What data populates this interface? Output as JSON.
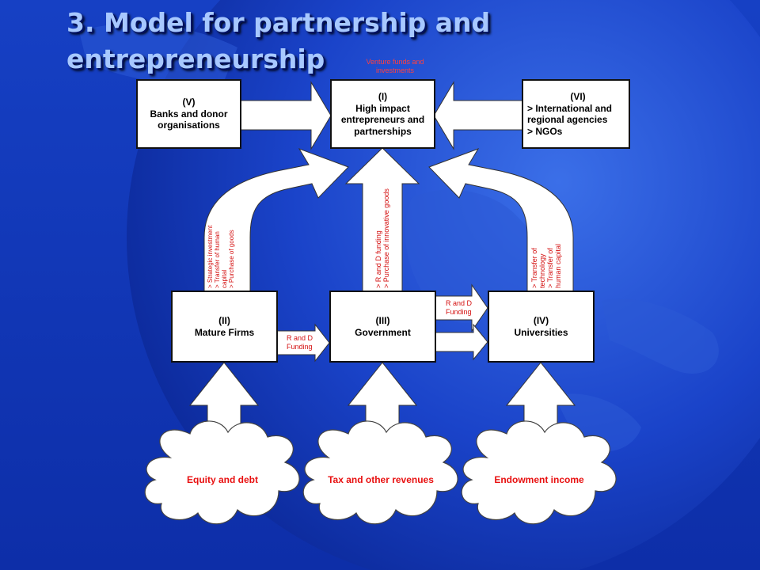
{
  "slide": {
    "title": "3. Model for partnership and entrepreneurship"
  },
  "nodes": {
    "v": {
      "id": "(V)",
      "lines": [
        "Banks and donor",
        "organisations"
      ]
    },
    "i": {
      "id": "(I)",
      "lines": [
        "High impact",
        "entrepreneurs and",
        "partnerships"
      ]
    },
    "vi": {
      "id": "(VI)",
      "lines": [
        "> International and",
        "regional agencies",
        "> NGOs"
      ]
    },
    "ii": {
      "id": "(II)",
      "lines": [
        "Mature Firms"
      ]
    },
    "iii": {
      "id": "(III)",
      "lines": [
        "Government"
      ]
    },
    "iv": {
      "id": "(IV)",
      "lines": [
        "Universities"
      ]
    }
  },
  "sources": {
    "equity": "Equity and debt",
    "tax": "Tax and other revenues",
    "endowment": "Endowment income"
  },
  "flow_labels": {
    "venture": [
      "Venture funds and",
      "investments"
    ],
    "firms_up": [
      "> Strategic investment",
      "> Transfer of human",
      "capital",
      "> Purchase of goods"
    ],
    "gov_up": [
      "> R and D funding",
      "> Purchase of innovative goods"
    ],
    "univ_up": [
      "> Transfer of",
      "technology",
      "> Transfer of",
      "human capital"
    ],
    "gov_to_univ": [
      "R and D",
      "Funding"
    ],
    "firms_to_gov": [
      "R and D",
      "Funding"
    ]
  },
  "colors": {
    "background": "#0a2fb0",
    "title": "#a7c8ff",
    "accent_red": "#e81010",
    "box_border": "#111111"
  }
}
